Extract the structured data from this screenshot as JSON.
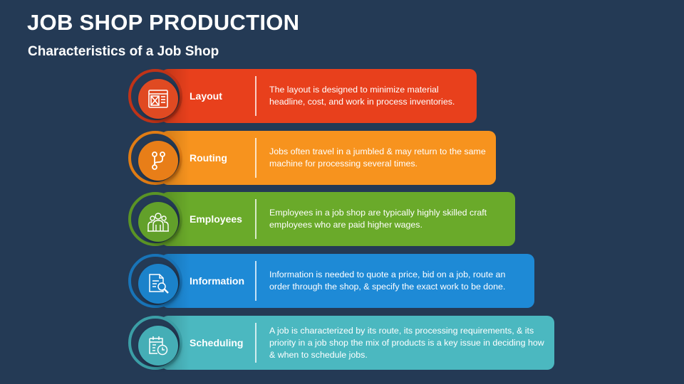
{
  "header": {
    "title": "JOB SHOP PRODUCTION",
    "subtitle": "Characteristics of a Job Shop"
  },
  "items": [
    {
      "label": "Layout",
      "icon": "layout-icon",
      "color": "#e8401c",
      "ring_color": "#c03318",
      "disc_color": "#e04a22",
      "description": "The layout is designed to minimize material headline, cost, and work in process inventories."
    },
    {
      "label": "Routing",
      "icon": "routing-icon",
      "color": "#f7931e",
      "ring_color": "#e07c14",
      "disc_color": "#e87e18",
      "description": "Jobs often travel in a jumbled & may return to the same machine for processing several times."
    },
    {
      "label": "Employees",
      "icon": "employees-icon",
      "color": "#6aaa2a",
      "ring_color": "#5a9425",
      "disc_color": "#62a02a",
      "description": "Employees in a job shop are typically highly skilled craft employees who are paid higher wages."
    },
    {
      "label": "Information",
      "icon": "information-icon",
      "color": "#1e8ad6",
      "ring_color": "#1874b8",
      "disc_color": "#1b82ca",
      "description": "Information is needed to quote a price, bid on a job, route an order through the shop, & specify the exact work to be done."
    },
    {
      "label": "Scheduling",
      "icon": "scheduling-icon",
      "color": "#4bb8c0",
      "ring_color": "#3b9ea6",
      "disc_color": "#45aeb6",
      "description": "A job is characterized by its route, its processing requirements, & its priority in a job shop the mix of products is a key issue in deciding how & when to schedule jobs."
    }
  ]
}
